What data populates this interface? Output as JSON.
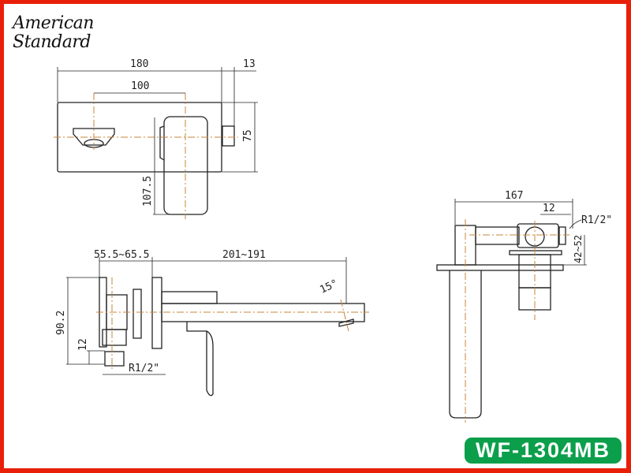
{
  "brand": {
    "line1": "American",
    "line2": "Standard"
  },
  "model": "WF-1304MB",
  "top_view": {
    "dim_width": "180",
    "dim_knob": "13",
    "dim_center": "100",
    "dim_height": "75",
    "dim_handle": "107.5"
  },
  "side_view": {
    "dim_wall": "55.5~65.5",
    "dim_spout": "201~191",
    "dim_angle": "15°",
    "dim_total_height": "90.2",
    "dim_inlet": "12",
    "dim_thread": "R1/2\""
  },
  "right_view": {
    "dim_depth": "167",
    "dim_inlet": "12",
    "dim_thread": "R1/2\"",
    "dim_range": "42~52"
  },
  "colors": {
    "border": "#e8200a",
    "badge": "#0c9f4b",
    "centerline": "#c8843a"
  }
}
